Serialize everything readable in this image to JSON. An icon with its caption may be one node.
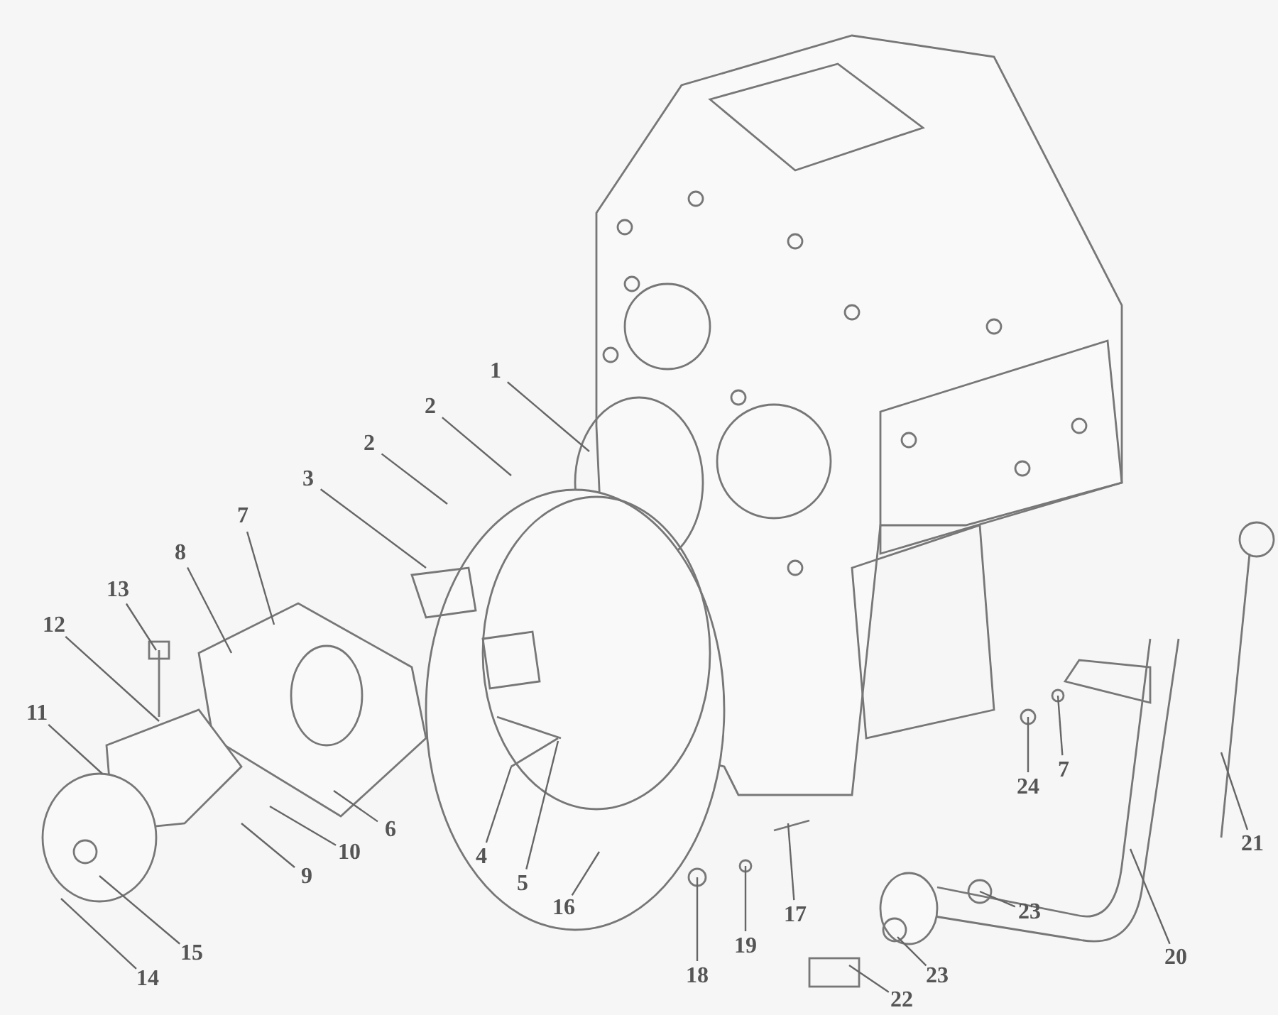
{
  "diagram": {
    "nodes": [
      {
        "text": [
          "1"
        ]
      },
      {
        "text": [
          "2"
        ]
      },
      {
        "text": [
          "2"
        ]
      },
      {
        "text": [
          "3"
        ]
      },
      {
        "text": [
          "7"
        ]
      },
      {
        "text": [
          "8"
        ]
      },
      {
        "text": [
          "13"
        ]
      },
      {
        "text": [
          "12"
        ]
      },
      {
        "text": [
          "11"
        ]
      },
      {
        "text": [
          "10"
        ]
      },
      {
        "text": [
          "9"
        ]
      },
      {
        "text": [
          "6"
        ]
      },
      {
        "text": [
          "4"
        ]
      },
      {
        "text": [
          "5"
        ]
      },
      {
        "text": [
          "16"
        ]
      },
      {
        "text": [
          "15"
        ]
      },
      {
        "text": [
          "14"
        ]
      },
      {
        "text": [
          "18"
        ]
      },
      {
        "text": [
          "19"
        ]
      },
      {
        "text": [
          "17"
        ]
      },
      {
        "text": [
          "22"
        ]
      },
      {
        "text": [
          "23"
        ]
      },
      {
        "text": [
          "23"
        ]
      },
      {
        "text": [
          "20"
        ]
      },
      {
        "text": [
          "21"
        ]
      },
      {
        "text": [
          "24"
        ]
      },
      {
        "text": [
          "7"
        ]
      }
    ],
    "edges": [
      {
        "from": 0,
        "to": null,
        "arrow": "none"
      },
      {
        "from": 1,
        "to": null,
        "arrow": "none"
      },
      {
        "from": 2,
        "to": null,
        "arrow": "none"
      },
      {
        "from": 3,
        "to": null,
        "arrow": "none"
      },
      {
        "from": 4,
        "to": null,
        "arrow": "none"
      },
      {
        "from": 5,
        "to": null,
        "arrow": "none"
      },
      {
        "from": 6,
        "to": null,
        "arrow": "none"
      },
      {
        "from": 7,
        "to": null,
        "arrow": "none"
      },
      {
        "from": 8,
        "to": null,
        "arrow": "none"
      },
      {
        "from": 9,
        "to": null,
        "arrow": "none"
      },
      {
        "from": 10,
        "to": null,
        "arrow": "none"
      },
      {
        "from": 11,
        "to": null,
        "arrow": "none"
      },
      {
        "from": 12,
        "to": null,
        "arrow": "none"
      },
      {
        "from": 13,
        "to": null,
        "arrow": "none"
      },
      {
        "from": 14,
        "to": null,
        "arrow": "none"
      },
      {
        "from": 15,
        "to": null,
        "arrow": "none"
      },
      {
        "from": 16,
        "to": null,
        "arrow": "none"
      },
      {
        "from": 17,
        "to": null,
        "arrow": "none"
      },
      {
        "from": 18,
        "to": null,
        "arrow": "none"
      },
      {
        "from": 19,
        "to": null,
        "arrow": "none"
      },
      {
        "from": 20,
        "to": null,
        "arrow": "none"
      },
      {
        "from": 21,
        "to": null,
        "arrow": "none"
      },
      {
        "from": 22,
        "to": null,
        "arrow": "none"
      },
      {
        "from": 23,
        "to": null,
        "arrow": "none"
      },
      {
        "from": 24,
        "to": null,
        "arrow": "none"
      },
      {
        "from": 25,
        "to": null,
        "arrow": "none"
      },
      {
        "from": 26,
        "to": null,
        "arrow": "none"
      }
    ]
  }
}
